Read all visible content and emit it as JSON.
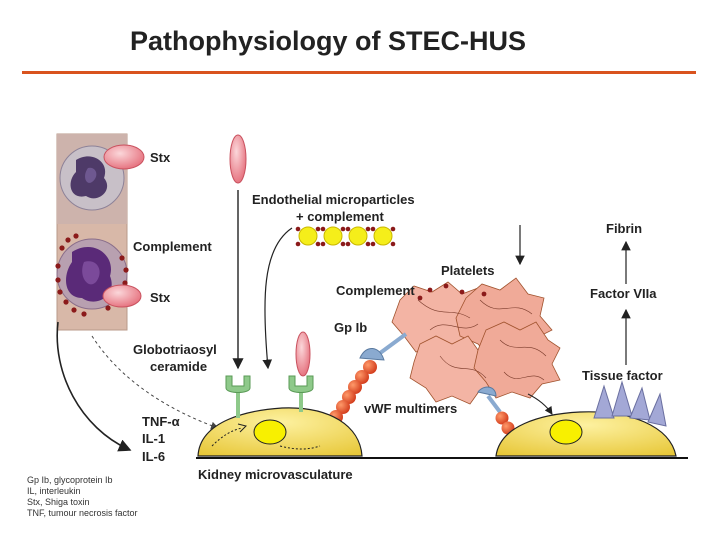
{
  "title": "Pathophysiology of STEC-HUS",
  "labels": {
    "stx_top": "Stx",
    "complement_left": "Complement",
    "stx_bottom": "Stx",
    "globotriaosyl_line1": "Globotriaosyl",
    "globotriaosyl_line2": "ceramide",
    "endothelial_line1": "Endothelial microparticles",
    "endothelial_line2": "+ complement",
    "platelets": "Platelets",
    "complement_platelets": "Complement",
    "gp_ib": "Gp Ib",
    "vwf": "vWF multimers",
    "fibrin": "Fibrin",
    "factor_viia": "Factor VIIa",
    "tissue_factor": "Tissue factor",
    "tnf": "TNF-α",
    "il1": "IL-1",
    "il6": "IL-6",
    "kidney": "Kidney microvasculature"
  },
  "abbreviations": [
    "Gp Ib, glycoprotein Ib",
    "IL, interleukin",
    "Stx, Shiga toxin",
    "TNF, tumour necrosis factor"
  ],
  "colors": {
    "title_rule": "#d9531e",
    "toxin": "#e77b86",
    "vwf_beads": "#e8502a",
    "cell_body": "#f4e050",
    "nucleus": "#f8f000",
    "receptor": "#8ec98a",
    "platelet": "#f3b4a4",
    "microparticle": "#f5ee1a",
    "complement_dot": "#8b1a1a",
    "tissue_factor": "#a3a8d6"
  }
}
